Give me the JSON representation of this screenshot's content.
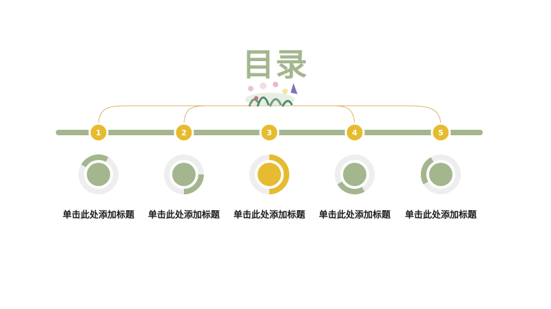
{
  "slide": {
    "title": "目录",
    "items": [
      {
        "number": "1",
        "label": "单击此处添加标题",
        "progress": 0.25
      },
      {
        "number": "2",
        "label": "单击此处添加标题",
        "progress": 0.25
      },
      {
        "number": "3",
        "label": "单击此处添加标题",
        "progress": 0.5
      },
      {
        "number": "4",
        "label": "单击此处添加标题",
        "progress": 0.25
      },
      {
        "number": "5",
        "label": "单击此处添加标题",
        "progress": 0.25
      }
    ]
  },
  "colors": {
    "green": "#a4b68e",
    "gold": "#e6bb2f",
    "ring_track": "#eeeeee",
    "connector": "#d9b26b",
    "text": "#1b1b1b"
  }
}
